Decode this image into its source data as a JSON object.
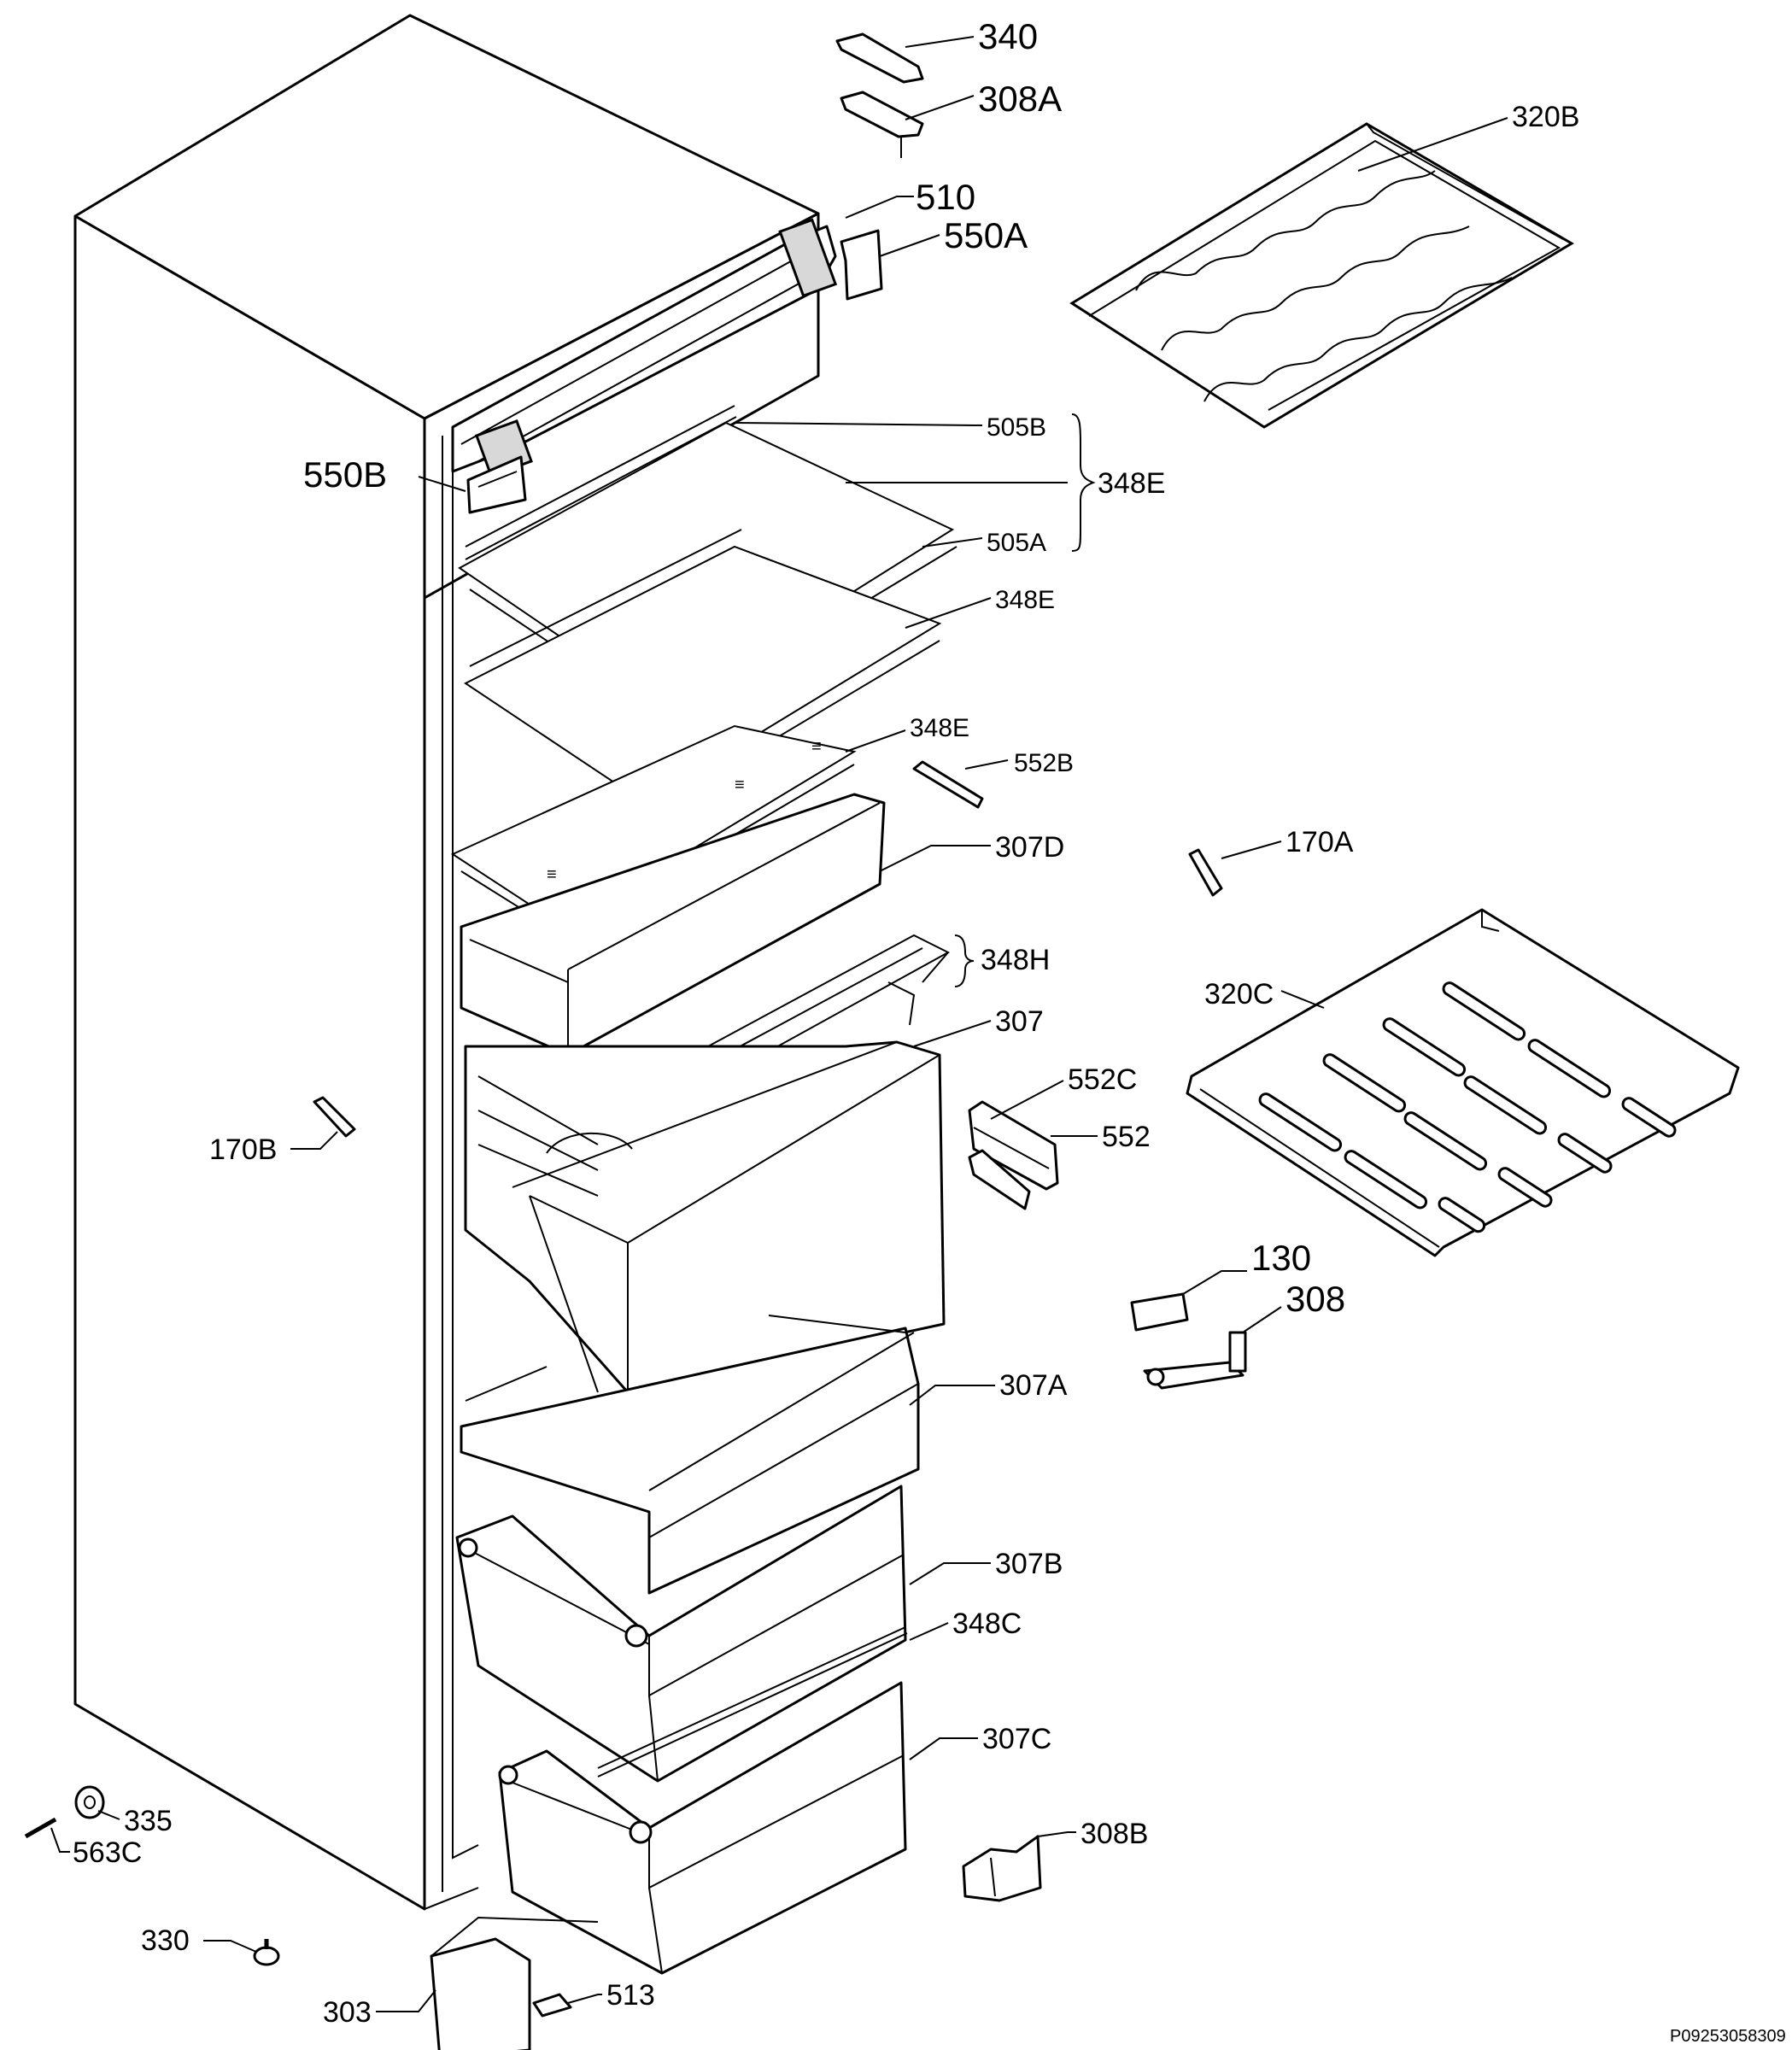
{
  "diagram": {
    "reference_code": "P09253058309",
    "labels": [
      {
        "id": "340",
        "text": "340"
      },
      {
        "id": "308A",
        "text": "308A"
      },
      {
        "id": "320B",
        "text": "320B"
      },
      {
        "id": "510",
        "text": "510"
      },
      {
        "id": "550A",
        "text": "550A"
      },
      {
        "id": "550B",
        "text": "550B"
      },
      {
        "id": "505B",
        "text": "505B"
      },
      {
        "id": "348E_group",
        "text": "348E"
      },
      {
        "id": "505A",
        "text": "505A"
      },
      {
        "id": "348E_a",
        "text": "348E"
      },
      {
        "id": "348E_b",
        "text": "348E"
      },
      {
        "id": "552B",
        "text": "552B"
      },
      {
        "id": "170A",
        "text": "170A"
      },
      {
        "id": "307D",
        "text": "307D"
      },
      {
        "id": "348H",
        "text": "348H"
      },
      {
        "id": "320C",
        "text": "320C"
      },
      {
        "id": "307",
        "text": "307"
      },
      {
        "id": "552C",
        "text": "552C"
      },
      {
        "id": "552",
        "text": "552"
      },
      {
        "id": "170B",
        "text": "170B"
      },
      {
        "id": "130",
        "text": "130"
      },
      {
        "id": "308",
        "text": "308"
      },
      {
        "id": "307A",
        "text": "307A"
      },
      {
        "id": "307B",
        "text": "307B"
      },
      {
        "id": "348C",
        "text": "348C"
      },
      {
        "id": "307C",
        "text": "307C"
      },
      {
        "id": "335",
        "text": "335"
      },
      {
        "id": "563C",
        "text": "563C"
      },
      {
        "id": "308B",
        "text": "308B"
      },
      {
        "id": "330",
        "text": "330"
      },
      {
        "id": "303",
        "text": "303"
      },
      {
        "id": "513",
        "text": "513"
      }
    ]
  }
}
